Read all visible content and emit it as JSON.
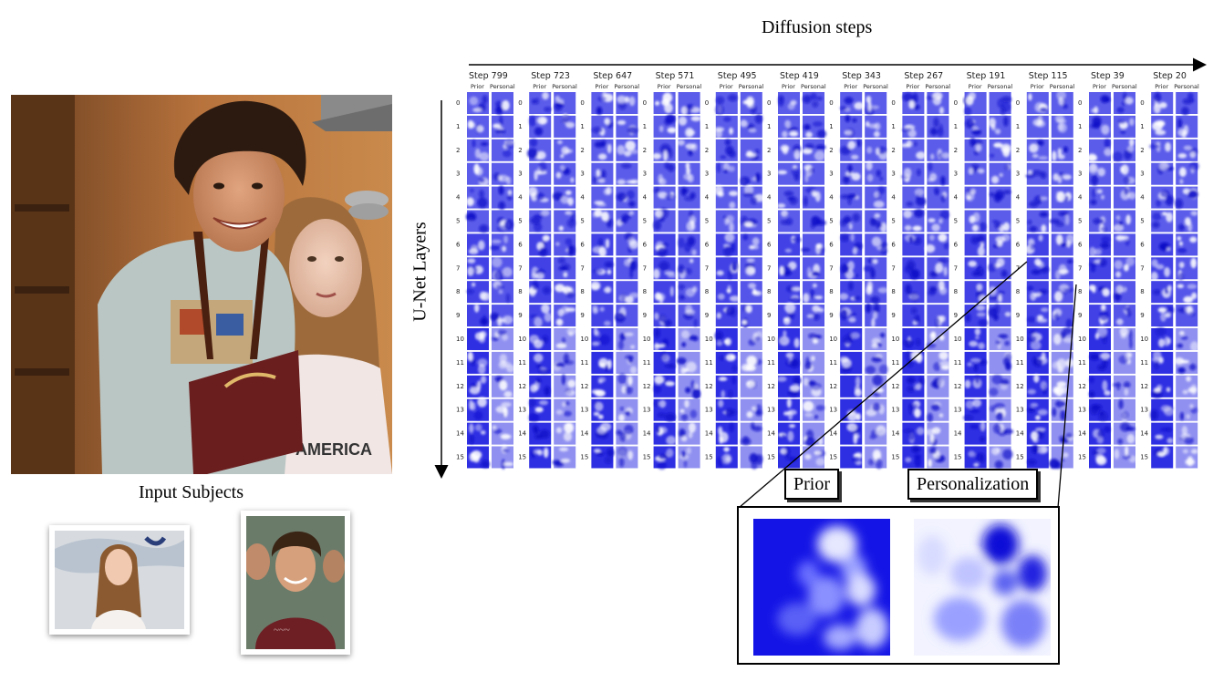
{
  "labels": {
    "diffusion_steps": "Diffusion steps",
    "unet_layers": "U-Net Layers",
    "input_subjects": "Input Subjects",
    "prior": "Prior",
    "personalization": "Personalization",
    "col_prior": "Prior",
    "col_personal": "Personal",
    "photo_text": "AMERICA"
  },
  "steps": [
    "Step 799",
    "Step 723",
    "Step 647",
    "Step 571",
    "Step 495",
    "Step 419",
    "Step 343",
    "Step 267",
    "Step 191",
    "Step 115",
    "Step 39",
    "Step 20"
  ],
  "layers": [
    "0",
    "1",
    "2",
    "3",
    "4",
    "5",
    "6",
    "7",
    "8",
    "9",
    "10",
    "11",
    "12",
    "13",
    "14",
    "15"
  ],
  "colors": {
    "attention_blue": "#1010e0",
    "attention_light": "#eef0ff",
    "frame_border": "#000000"
  }
}
